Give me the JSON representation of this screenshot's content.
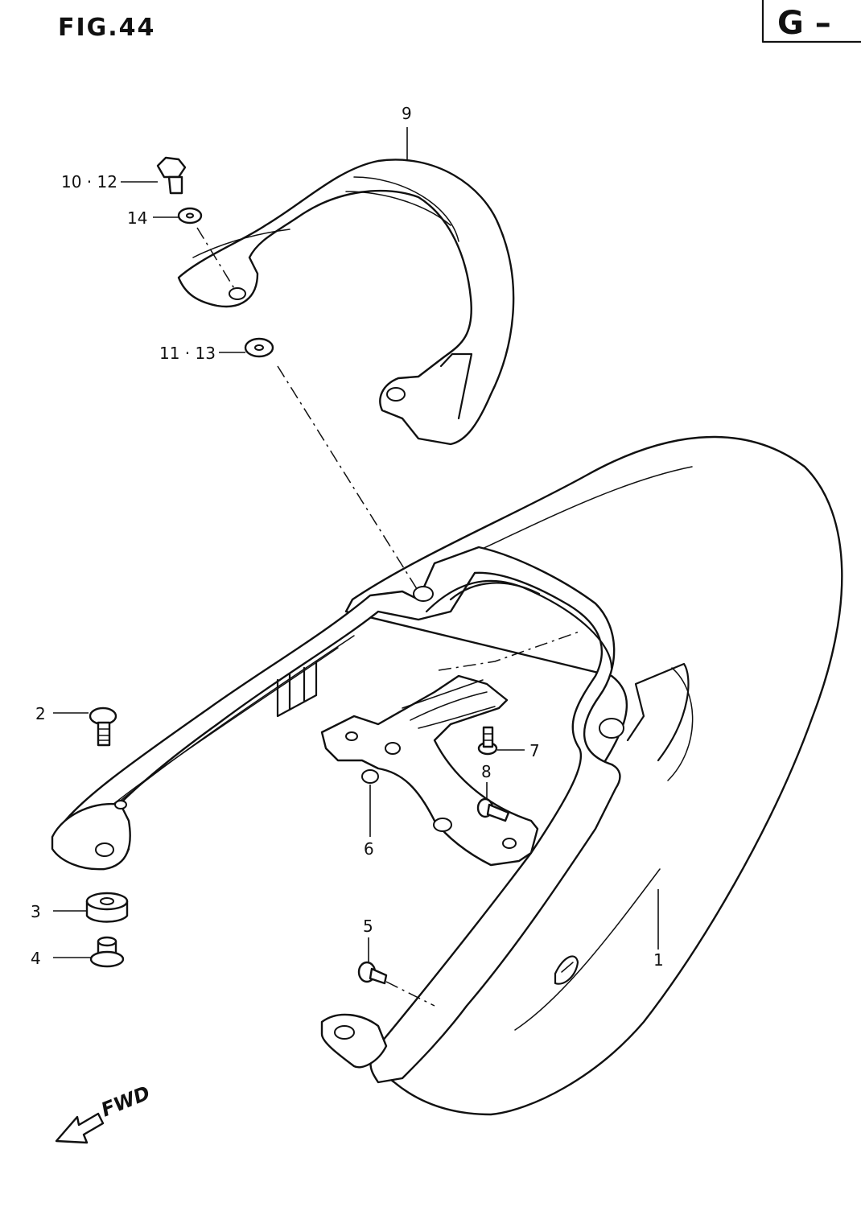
{
  "figure": {
    "title": "FIG.44",
    "section_code": "G –"
  },
  "callouts": {
    "c1": "1",
    "c2": "2",
    "c3": "3",
    "c4": "4",
    "c5": "5",
    "c6": "6",
    "c7": "7",
    "c8": "8",
    "c9": "9",
    "c10_12": "10 · 12",
    "c11_13": "11 · 13",
    "c14": "14"
  },
  "direction": {
    "label": "FWD"
  }
}
